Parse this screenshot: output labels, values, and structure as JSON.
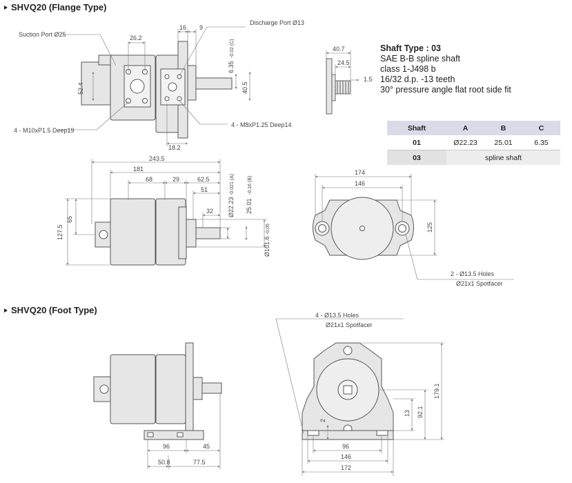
{
  "titles": {
    "flange": "SHVQ20 (Flange Type)",
    "foot": "SHVQ20 (Foot Type)"
  },
  "shaft_note": {
    "heading": "Shaft Type : 03",
    "lines": [
      "SAE B-B spline shaft",
      "class 1-J498 b",
      "16/32 d.p. -13 teeth",
      "30° pressure angle flat root side fit"
    ]
  },
  "spec_table": {
    "headers": [
      "Shaft",
      "A",
      "B",
      "C"
    ],
    "row1": [
      "01",
      "Ø22.23",
      "25.01",
      "6.35"
    ],
    "row2_key": "03",
    "row2_value": "spline shaft"
  },
  "labels": {
    "suction_port": "Suction Port Ø25",
    "discharge_port": "Discharge Port Ø13",
    "tap_m10": "4 - M10xP1.5 Deep19",
    "tap_m8": "4 - M8xP1.25 Deep14",
    "holes_flange_1": "2 - Ø13.5 Holes",
    "holes_flange_2": "Ø21x1 Spotfacer",
    "holes_foot_1": "4 - Ø13.5 Holes",
    "holes_foot_2": "Ø21x1 Spotfacer"
  },
  "dims": {
    "d16": "16",
    "d9": "9",
    "d26_2": "26.2",
    "d52_4": "52.4",
    "d6_35": "6.35",
    "tol_c": "-0.02 (C)",
    "d40_5": "40.5",
    "d18_2": "18.2",
    "d40_7": "40.7",
    "d24_5": "24.5",
    "d1_5": "1.5",
    "d243_5": "243.5",
    "d181": "181",
    "d68": "68",
    "d29": "29",
    "d62_5": "62.5",
    "d51": "51",
    "d32": "32",
    "d65": "65",
    "d127_5": "127.5",
    "d22_23": "Ø22.23",
    "tol_a": "-0.021 (A)",
    "d25_01": "25.01",
    "tol_b": "-0.16 (B)",
    "d101_6": "Ø101.6",
    "tol_d": "-0.05",
    "d174": "174",
    "d146": "146",
    "d125": "125",
    "d96_side": "96",
    "d45": "45",
    "d50_8": "50.8",
    "d77_5": "77.5",
    "d2": "2",
    "d13": "13",
    "d92_1": "92.1",
    "d179_1": "179.1",
    "d96_front": "96",
    "d146_front": "146",
    "d172": "172"
  },
  "colors": {
    "body_fill": "#e6e6e6",
    "body_stroke": "#555555",
    "dim_line": "#777777",
    "table_header": "#d9dbe9",
    "table_alt": "#ededed"
  }
}
